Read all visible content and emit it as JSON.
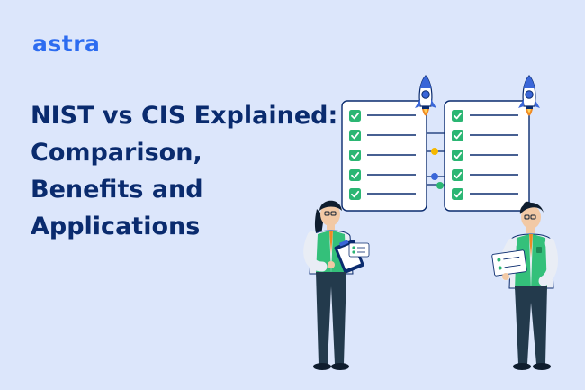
{
  "brand": {
    "logo_text": "astra"
  },
  "headline": {
    "lines": [
      "NIST vs CIS Explained:",
      "Comparison,",
      "Benefits and",
      "Applications"
    ]
  },
  "colors": {
    "background": "#dce6fb",
    "brand_blue": "#2d6cf0",
    "headline_navy": "#0a2b6e",
    "check_green": "#2bb673",
    "vest_green": "#34c07a",
    "trouser_navy": "#233a4c",
    "rocket_blue": "#3a66d8",
    "flame_orange": "#f08a24",
    "connector_yellow": "#f5b800",
    "connector_blue": "#3a66d8",
    "connector_green": "#2bb673"
  },
  "illustration": {
    "left_checklist": {
      "icon": "checklist-icon",
      "checked_items": 5
    },
    "right_checklist": {
      "icon": "checklist-icon",
      "checked_items": 5
    },
    "left_rocket": {
      "icon": "rocket-icon"
    },
    "right_rocket": {
      "icon": "rocket-icon"
    },
    "connector_dots": [
      "connector_yellow",
      "connector_blue",
      "connector_green"
    ],
    "left_person": {
      "icon": "person-with-clipboard-icon"
    },
    "right_person": {
      "icon": "person-holding-card-icon"
    }
  }
}
